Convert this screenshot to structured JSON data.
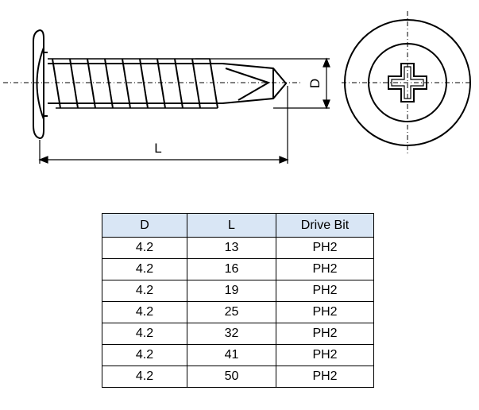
{
  "drawing": {
    "dimension_length_label": "L",
    "dimension_diameter_label": "D"
  },
  "table": {
    "headers": [
      "D",
      "L",
      "Drive Bit"
    ],
    "rows": [
      [
        "4.2",
        "13",
        "PH2"
      ],
      [
        "4.2",
        "16",
        "PH2"
      ],
      [
        "4.2",
        "19",
        "PH2"
      ],
      [
        "4.2",
        "25",
        "PH2"
      ],
      [
        "4.2",
        "32",
        "PH2"
      ],
      [
        "4.2",
        "41",
        "PH2"
      ],
      [
        "4.2",
        "50",
        "PH2"
      ]
    ]
  }
}
